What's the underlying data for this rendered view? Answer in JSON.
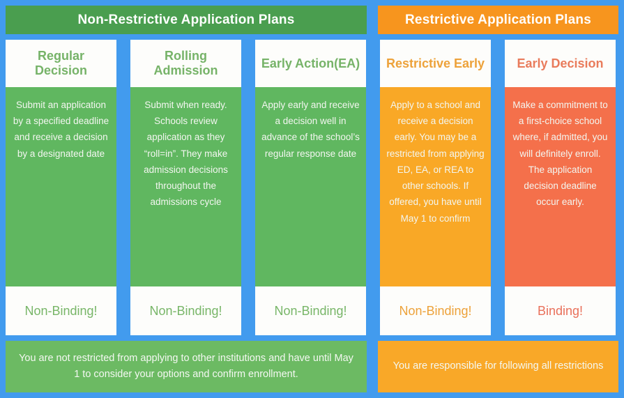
{
  "groups": [
    {
      "id": "non-restrictive",
      "title": "Non-Restrictive Application Plans",
      "header_color": "#4a9e4f",
      "summary": "You are not restricted from applying to other institutions and have until May 1 to consider your options and confirm enrollment.",
      "summary_color": "#6cba63"
    },
    {
      "id": "restrictive",
      "title": "Restrictive Application Plans",
      "header_color": "#f7951e",
      "summary": "You are responsible for following all restrictions",
      "summary_color": "#f9a828"
    }
  ],
  "columns": [
    {
      "id": "regular-decision",
      "title": "Regular Decision",
      "body": "Submit an application by a specified deadline and receive a decision by a designated date",
      "binding_label": "Non-Binding!",
      "accent": "#60b760",
      "title_color": "#76b368",
      "group": "non-restrictive"
    },
    {
      "id": "rolling-admission",
      "title": "Rolling Admission",
      "body": "Submit when ready. Schools review application as they “roll=in”. They make admission decisions throughout the admissions cycle",
      "binding_label": "Non-Binding!",
      "accent": "#60b760",
      "title_color": "#76b368",
      "group": "non-restrictive"
    },
    {
      "id": "early-action",
      "title": "Early Action(EA)",
      "body": "Apply early and receive a decision well in advance of the school’s regular response date",
      "binding_label": "Non-Binding!",
      "accent": "#60b760",
      "title_color": "#76b368",
      "group": "non-restrictive"
    },
    {
      "id": "restrictive-early",
      "title": "Restrictive Early",
      "body": "Apply to a school and receive a decision early. You may be a restricted from applying ED, EA, or REA to other schools. If offered, you have until May 1 to confirm",
      "binding_label": "Non-Binding!",
      "accent": "#f9a826",
      "title_color": "#eda23a",
      "group": "restrictive"
    },
    {
      "id": "early-decision",
      "title": "Early Decision",
      "body": "Make a commitment to a first-choice school where, if admitted, you will definitely enroll. The application decision deadline occur early.",
      "binding_label": "Binding!",
      "accent": "#f4704b",
      "title_color": "#e97b5b",
      "group": "restrictive"
    }
  ]
}
